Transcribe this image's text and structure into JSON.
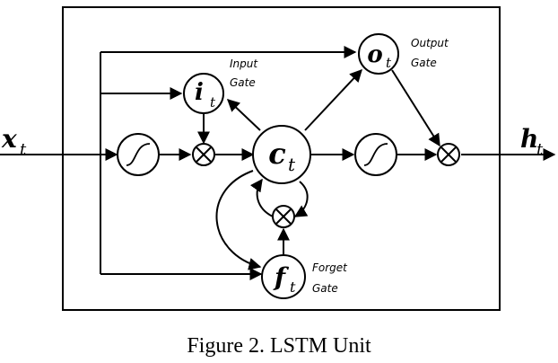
{
  "diagram": {
    "input": {
      "symbol": "x",
      "subscript": "t"
    },
    "output": {
      "symbol": "h",
      "subscript": "t"
    },
    "cell": {
      "symbol": "c",
      "subscript": "t"
    },
    "input_gate": {
      "symbol": "i",
      "subscript": "t",
      "label_line1": "Input",
      "label_line2": "Gate"
    },
    "output_gate": {
      "symbol": "o",
      "subscript": "t",
      "label_line1": "Output",
      "label_line2": "Gate"
    },
    "forget_gate": {
      "symbol": "f",
      "subscript": "t",
      "label_line1": "Forget",
      "label_line2": "Gate"
    }
  },
  "caption": "Figure 2. LSTM Unit"
}
